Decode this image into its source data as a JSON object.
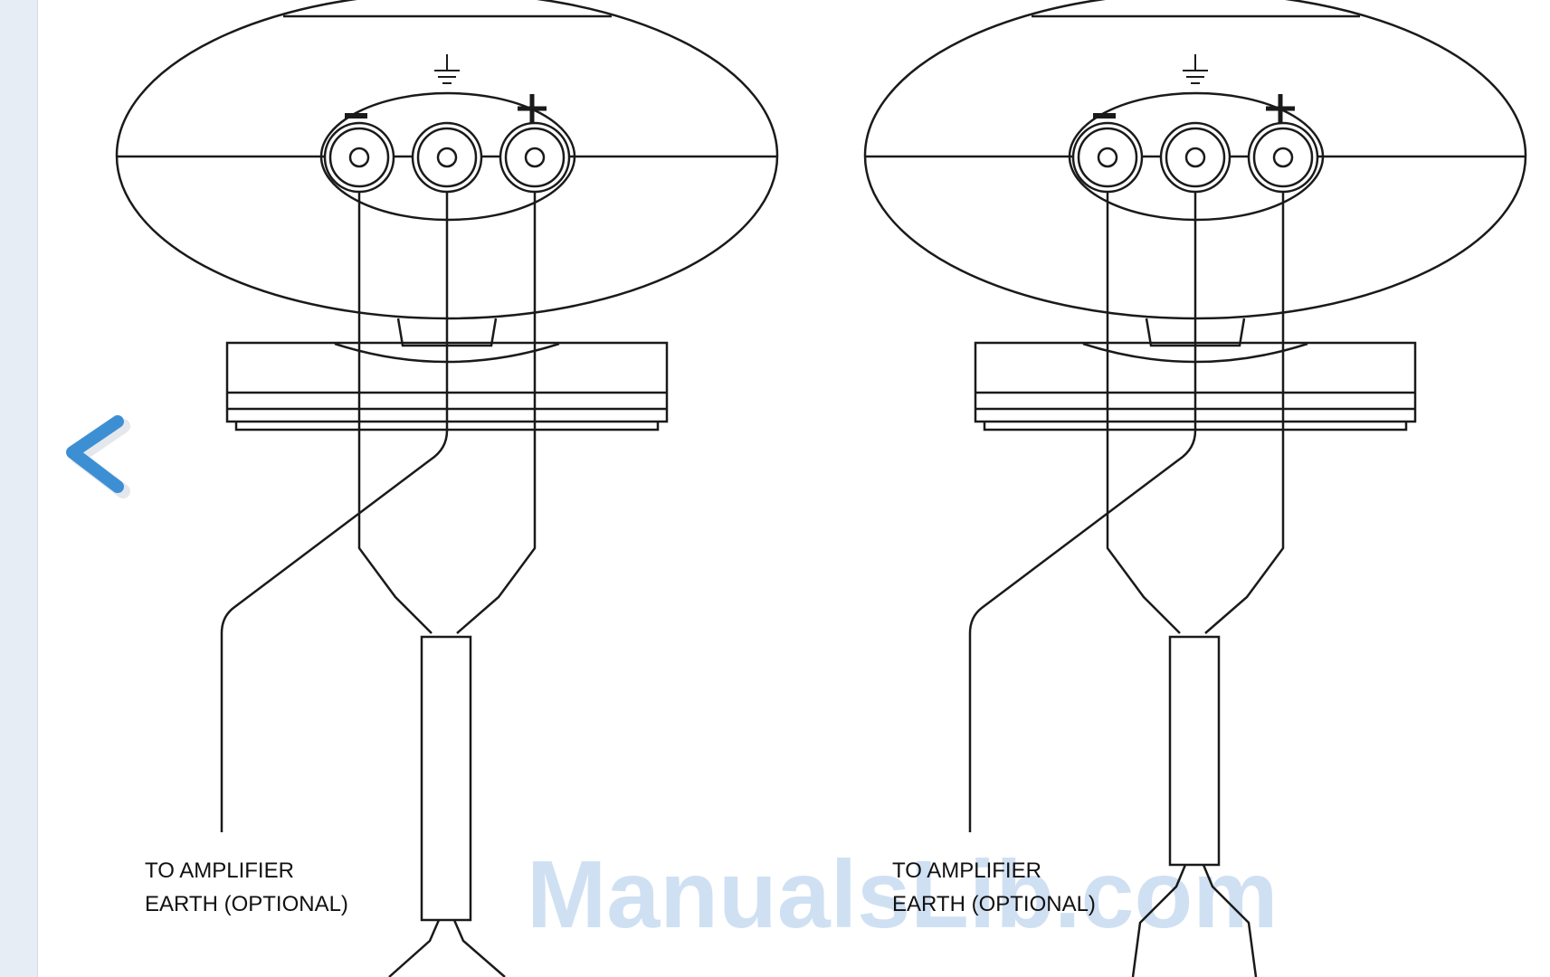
{
  "watermark": "ManualsLib.com",
  "navigation": {
    "prev_icon": "chevron-left-icon"
  },
  "colors": {
    "line": "#1a1a1a",
    "accent": "#3d8fd4",
    "watermark": "#cfe0f3",
    "rail": "#e6edf5"
  },
  "terminals": {
    "minus": "−",
    "plus": "+",
    "ground_icon": "earth-ground-icon"
  },
  "labels": {
    "left": {
      "line1": "TO AMPLIFIER",
      "line2": "EARTH (OPTIONAL)"
    },
    "right": {
      "line1": "TO AMPLIFIER",
      "line2": "EARTH (OPTIONAL)"
    }
  }
}
